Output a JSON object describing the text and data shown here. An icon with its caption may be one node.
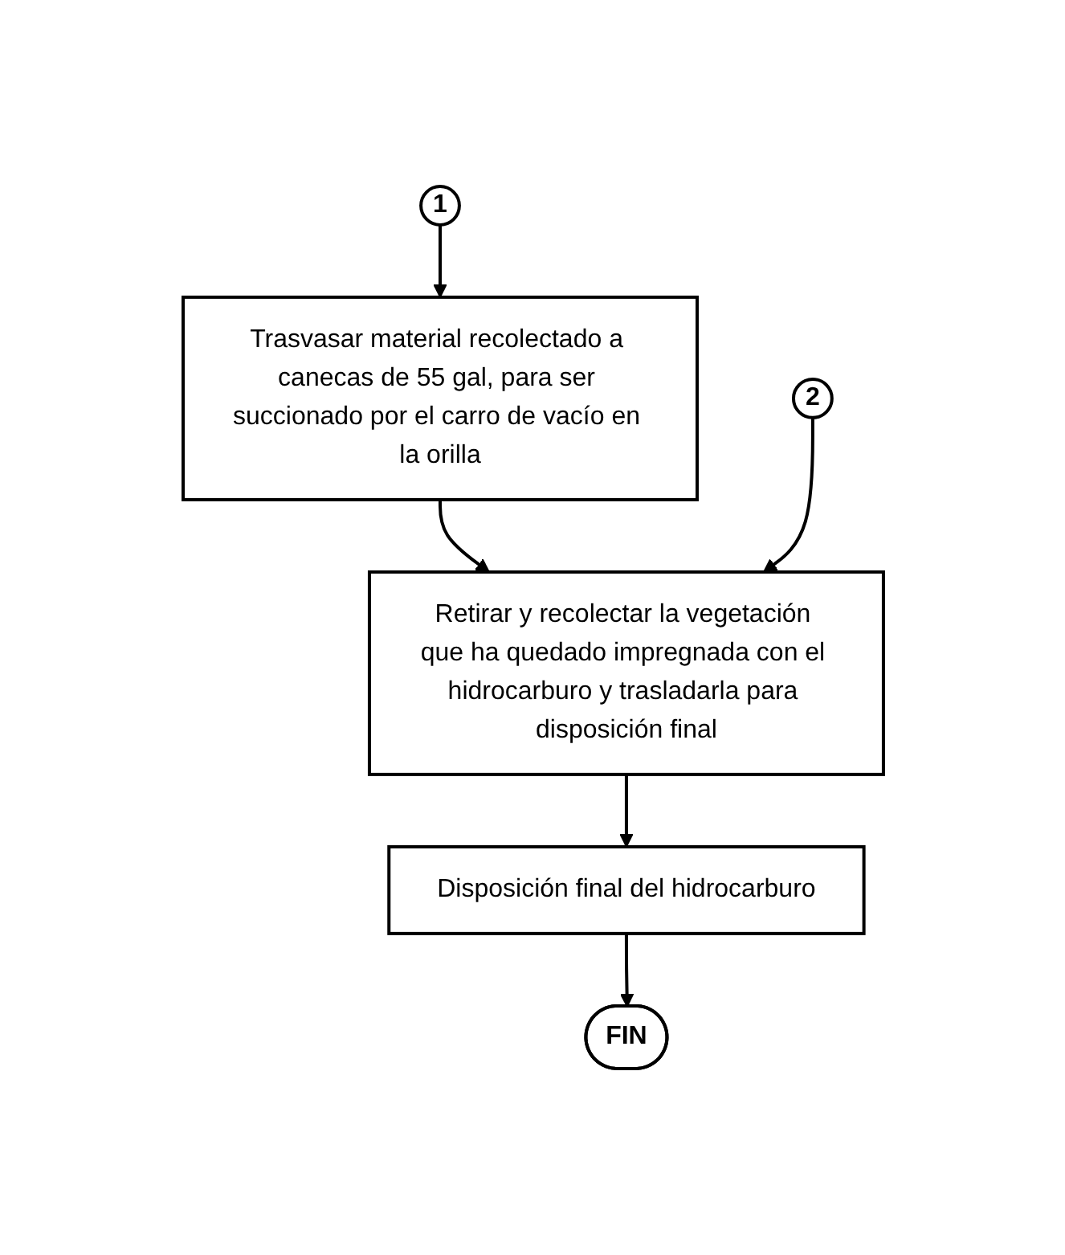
{
  "diagram": {
    "nodes": [
      {
        "text": [
          "1"
        ]
      },
      {
        "text": [
          "Trasvasar material recolectado a canecas de 55 gal, para ser succionado por el carro de vacío en la orilla"
        ]
      },
      {
        "text": [
          "2"
        ]
      },
      {
        "text": [
          "Retirar y recolectar la vegetación que ha quedado impregnada con el hidrocarburo y trasladarla para disposición final"
        ]
      },
      {
        "text": [
          "Disposición final del hidrocarburo"
        ]
      },
      {
        "text": [
          "FIN"
        ]
      }
    ],
    "edges": [
      {
        "from": 0,
        "to": 1,
        "arrow": "to"
      },
      {
        "from": 1,
        "to": 3,
        "arrow": "to"
      },
      {
        "from": 2,
        "to": 3,
        "arrow": "to"
      },
      {
        "from": 3,
        "to": 4,
        "arrow": "to"
      },
      {
        "from": 4,
        "to": 5,
        "arrow": "to"
      }
    ]
  }
}
